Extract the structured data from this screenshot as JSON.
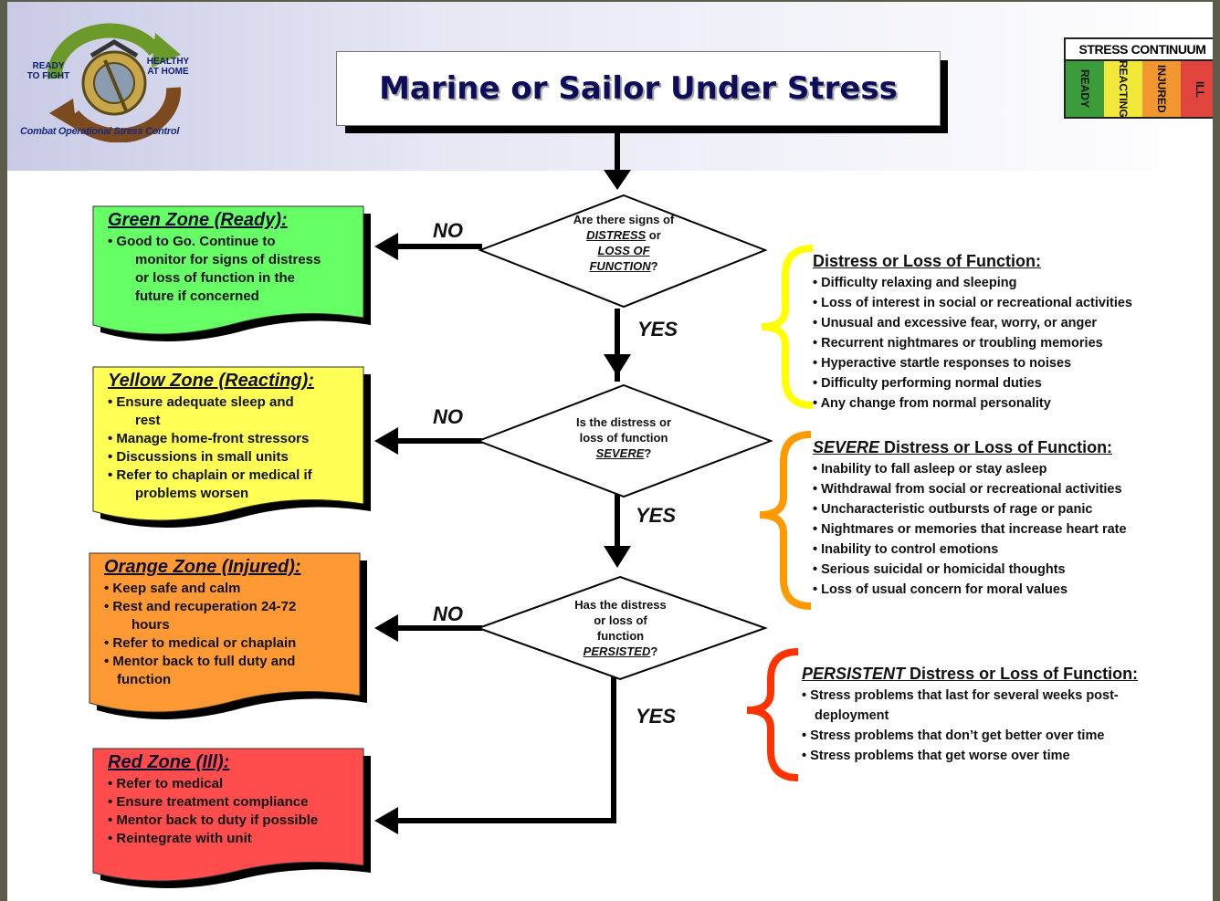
{
  "logo": {
    "left_text": "READY\nTO FIGHT",
    "right_text": "HEALTHY\nAT HOME",
    "tagline": "Combat Operational Stress Control"
  },
  "title": "Marine or Sailor Under Stress",
  "continuum": {
    "title": "STRESS CONTINUUM",
    "cells": [
      {
        "label": "READY",
        "color": "#3c9b3a"
      },
      {
        "label": "REACTING",
        "color": "#f2e83a"
      },
      {
        "label": "INJURED",
        "color": "#f29630"
      },
      {
        "label": "ILL",
        "color": "#e0443c"
      }
    ]
  },
  "questions": {
    "q1": {
      "line1": "Are there signs of",
      "em1": "DISTRESS",
      "mid": " or",
      "em2a": "LOSS OF",
      "em2b": "FUNCTION",
      "end": "?"
    },
    "q2": {
      "line1": "Is the distress or",
      "line2": "loss of function",
      "em": "SEVERE",
      "end": "?"
    },
    "q3": {
      "line1": "Has the distress",
      "line2": "or loss of",
      "line3": "function",
      "em": "PERSISTED",
      "end": "?"
    }
  },
  "labels": {
    "no": "NO",
    "yes": "YES"
  },
  "zones": {
    "green": {
      "title": "Green Zone (Ready):",
      "color": "#66ff66",
      "items": [
        "Good to Go. Continue to",
        "monitor for signs of distress",
        "or loss of function in the",
        "future if concerned"
      ]
    },
    "yellow": {
      "title": "Yellow Zone (Reacting):",
      "color": "#ffff55",
      "items": [
        "Ensure adequate sleep and",
        "rest",
        "Manage home-front stressors",
        "Discussions in small units",
        "Refer to chaplain or medical if",
        "problems worsen"
      ]
    },
    "orange": {
      "title": "Orange Zone (Injured):",
      "color": "#ff9933",
      "items": [
        "Keep safe and calm",
        "Rest and recuperation 24-72",
        "hours",
        "Refer to medical or chaplain",
        "Mentor back to full duty and",
        "function"
      ]
    },
    "red": {
      "title": "Red Zone (Ill):",
      "color": "#ff4d4d",
      "items": [
        "Refer to medical",
        "Ensure treatment compliance",
        "Mentor back to duty if possible",
        "Reintegrate with unit"
      ]
    }
  },
  "lists": {
    "distress": {
      "title": "Distress or Loss of Function:",
      "brace_color": "#ffff00",
      "items": [
        "Difficulty relaxing and sleeping",
        "Loss of interest in social or recreational activities",
        "Unusual and excessive fear, worry, or anger",
        "Recurrent nightmares or troubling memories",
        "Hyperactive startle responses to noises",
        "Difficulty performing normal duties",
        "Any change from normal personality"
      ]
    },
    "severe": {
      "title_em": "SEVERE",
      "title_rest": " Distress or Loss of Function:",
      "brace_color": "#ff9900",
      "items": [
        "Inability to fall asleep or stay asleep",
        "Withdrawal from social or recreational activities",
        "Uncharacteristic outbursts of rage or panic",
        "Nightmares or memories that increase heart rate",
        "Inability to control emotions",
        "Serious suicidal or homicidal thoughts",
        "Loss of usual concern for moral values"
      ]
    },
    "persistent": {
      "title_em": "PERSISTENT",
      "title_rest": " Distress or Loss of Function:",
      "brace_color": "#ff3300",
      "items": [
        "Stress problems that last for several weeks post-",
        "deployment",
        "Stress problems that don’t get better over time",
        "Stress problems that get worse over time"
      ]
    }
  }
}
